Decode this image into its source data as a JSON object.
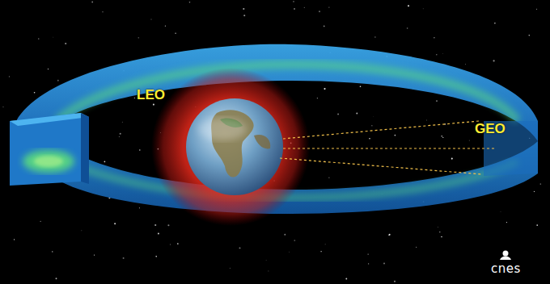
{
  "diagram": {
    "labels": [
      "LEO",
      "GEO",
      "cnes"
    ]
  }
}
